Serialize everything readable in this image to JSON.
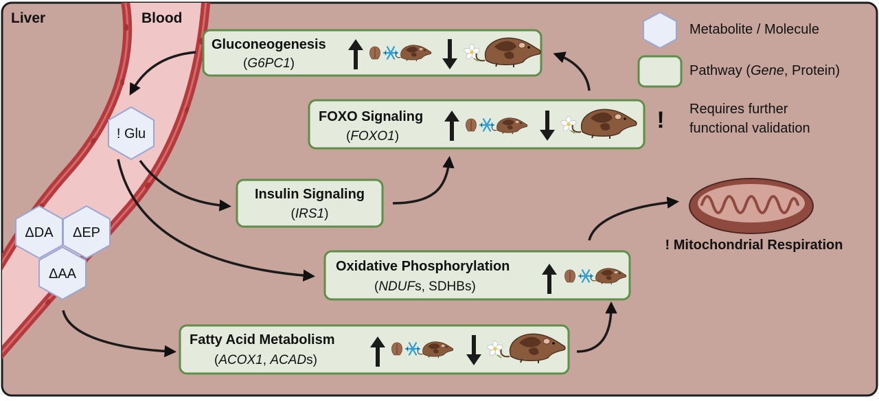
{
  "regions": {
    "liver": "Liver",
    "blood": "Blood"
  },
  "metabolites": {
    "glu": "! Glu",
    "da": "ΔDA",
    "ep": "ΔEP",
    "aa": "ΔAA"
  },
  "pathways": {
    "gluconeogenesis": {
      "title": "Gluconeogenesis",
      "gene_open": "(",
      "gene": "G6PC1",
      "gene_close": ")"
    },
    "foxo": {
      "title": "FOXO Signaling",
      "gene_open": "(",
      "gene": "FOXO1",
      "gene_close": ")"
    },
    "insulin": {
      "title": "Insulin Signaling",
      "gene_open": "(",
      "gene": "IRS1",
      "gene_close": ")"
    },
    "oxphos": {
      "title": "Oxidative Phosphorylation",
      "gene_open": "(",
      "gene": "NDUF",
      "gene_rest": "s, SDHBs)"
    },
    "fatty": {
      "title": "Fatty Acid Metabolism",
      "gene_open": "(",
      "gene": "ACOX1",
      "gene_mid": ", ",
      "gene2": "ACAD",
      "gene_rest": "s)"
    }
  },
  "mito_label": "! Mitochondrial Respiration",
  "legend": {
    "metabolite": "Metabolite / Molecule",
    "pathway_pre": "Pathway (",
    "pathway_gene": "Gene",
    "pathway_post": ", Protein)",
    "exclam": "!",
    "validation_line1": "Requires further",
    "validation_line2": "functional validation"
  },
  "icons": [
    "hexagon-icon",
    "pathway-box-icon",
    "up-arrow-icon",
    "down-arrow-icon",
    "seed-icon",
    "snowflake-icon",
    "flower-icon",
    "shrew-icon",
    "mitochondrion-icon"
  ],
  "colors": {
    "background": "#c7a59c",
    "pathway_fill": "#e4ebdc",
    "pathway_border": "#5e8e4a",
    "hex_fill": "#e9eef8",
    "hex_border": "#9aa6d6",
    "vessel": "#b53a3e",
    "blood_fill": "#f1c6c6",
    "snowflake": "#2d9fd6"
  }
}
